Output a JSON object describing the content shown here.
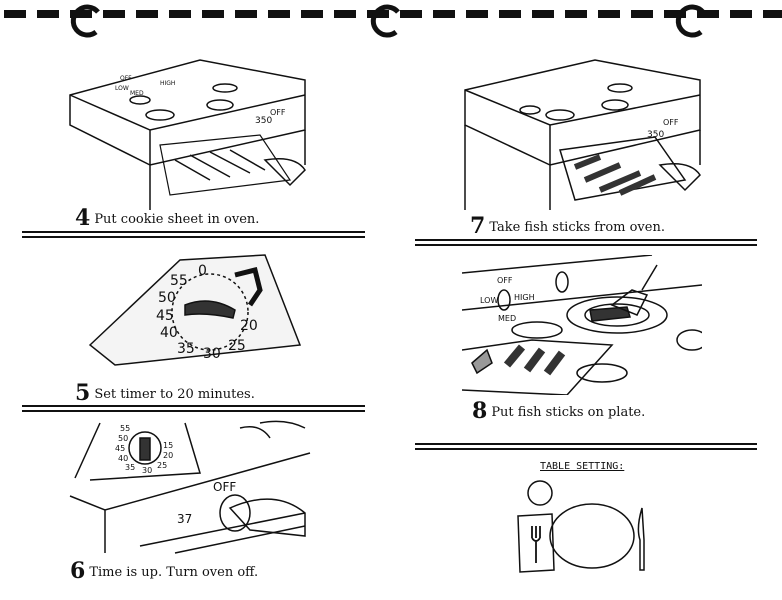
{
  "steps": [
    {
      "number": "4",
      "text": "Put cookie sheet in oven.",
      "oven_dial": "OFF",
      "oven_temp": "350",
      "burner_labels": [
        "OFF",
        "LOW",
        "MED",
        "HIGH"
      ]
    },
    {
      "number": "5",
      "text": "Set timer to 20 minutes.",
      "timer_numbers": [
        "0",
        "20",
        "25",
        "30",
        "35",
        "40",
        "45",
        "50",
        "55"
      ]
    },
    {
      "number": "6",
      "text": "Time is up. Turn oven off.",
      "timer_numbers": [
        "55",
        "50",
        "45",
        "40",
        "35",
        "30",
        "25",
        "20",
        "15"
      ],
      "oven_dial": "OFF",
      "oven_temp": "37"
    },
    {
      "number": "7",
      "text": "Take fish sticks from oven.",
      "oven_dial": "OFF",
      "oven_temp": "350"
    },
    {
      "number": "8",
      "text": "Put fish sticks on plate.",
      "burner_labels": [
        "OFF",
        "LOW",
        "MED",
        "HIGH"
      ]
    }
  ],
  "table_setting": {
    "title": "TABLE SETTING:"
  }
}
